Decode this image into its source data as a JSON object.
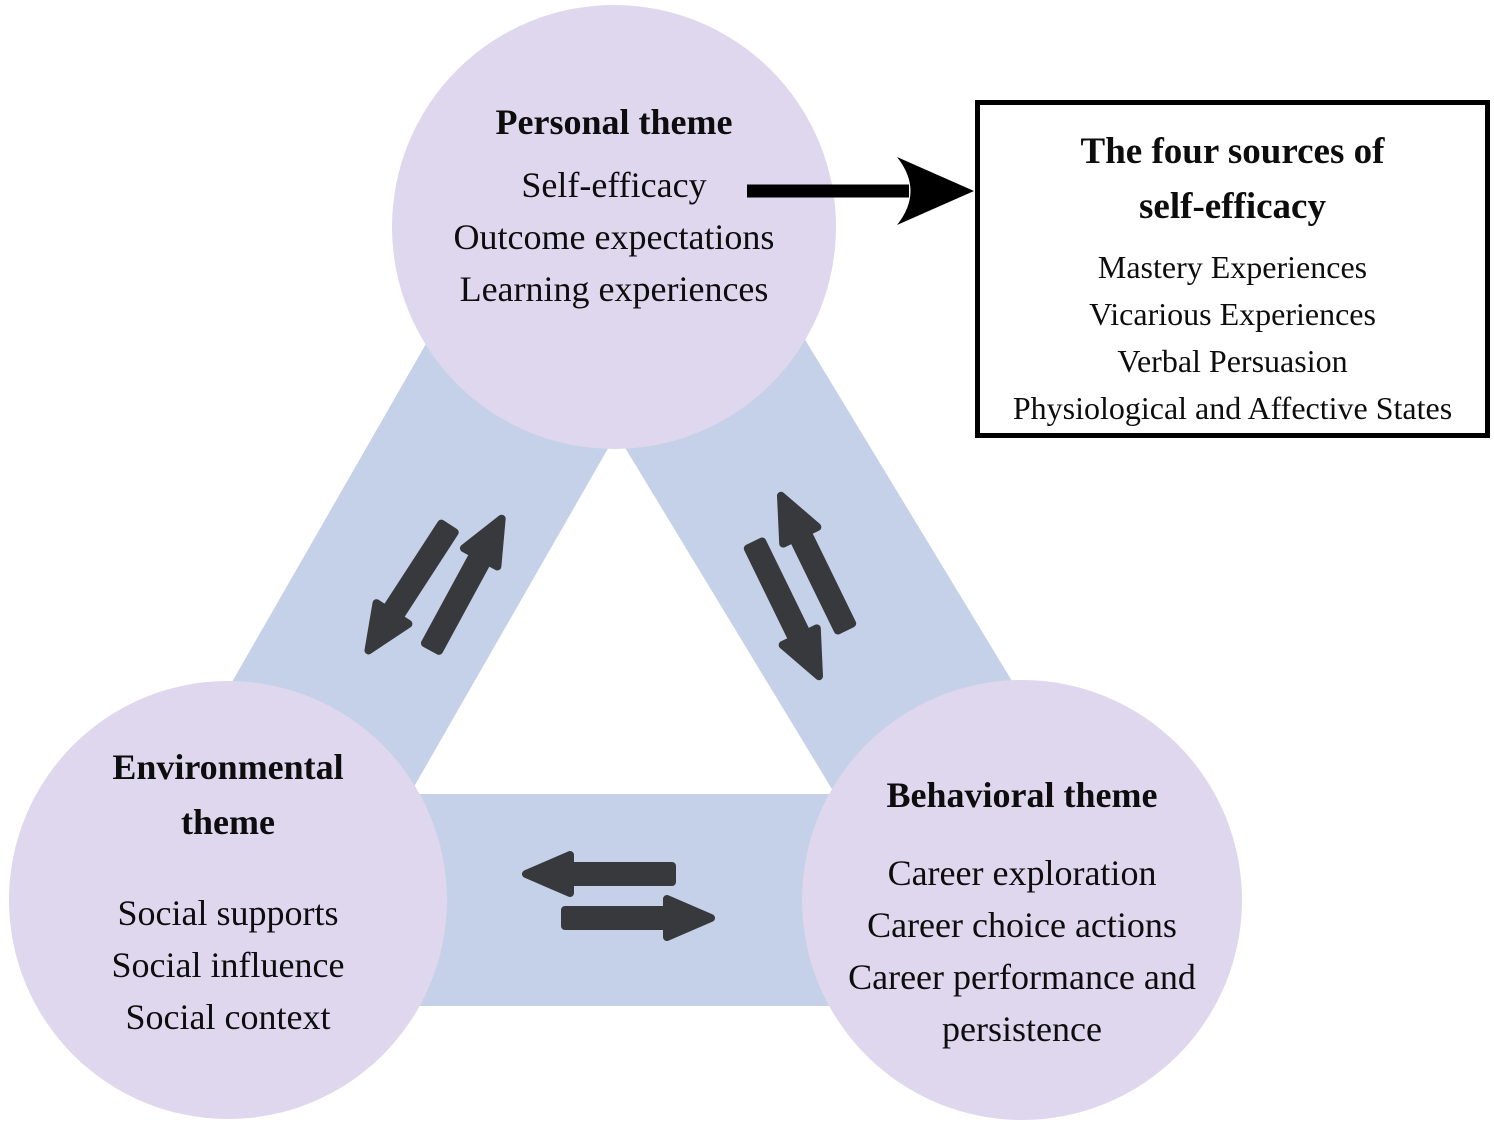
{
  "nodes": {
    "personal": {
      "title": "Personal theme",
      "items": [
        "Self-efficacy",
        "Outcome expectations",
        "Learning experiences"
      ]
    },
    "environmental": {
      "title_line1": "Environmental",
      "title_line2": "theme",
      "items": [
        "Social supports",
        "Social influence",
        "Social context"
      ]
    },
    "behavioral": {
      "title": "Behavioral theme",
      "items": [
        "Career exploration",
        "Career choice actions",
        "Career performance and persistence"
      ]
    }
  },
  "callout": {
    "title_line1": "The four sources of",
    "title_line2": "self-efficacy",
    "items": [
      "Mastery Experiences",
      "Vicarious Experiences",
      "Verbal Persuasion",
      "Physiological and Affective States"
    ]
  },
  "colors": {
    "circle_fill": "#ded7ee",
    "band_fill": "#c5d1e8",
    "double_arrow": "#37393c",
    "callout_arrow": "#000000",
    "callout_border": "#000000",
    "text": "#0d0d0d"
  }
}
